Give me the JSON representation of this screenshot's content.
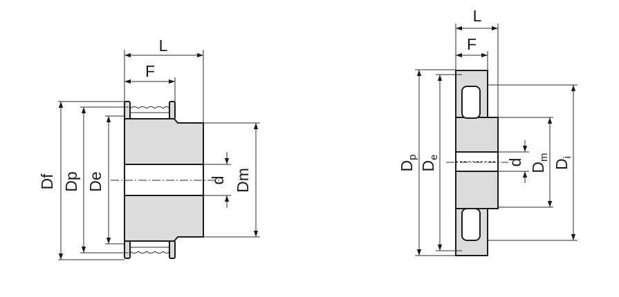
{
  "left_drawing": {
    "labels": {
      "L": "L",
      "F": "F",
      "Df": "Df",
      "Dp": "Dp",
      "De": "De",
      "d": "d",
      "Dm": "Dm"
    }
  },
  "right_drawing": {
    "labels": {
      "L": "L",
      "F": "F",
      "Dp_base": "D",
      "Dp_sub": "p",
      "De_base": "D",
      "De_sub": "e",
      "d": "d",
      "Dm_base": "D",
      "Dm_sub": "m",
      "Di_base": "D",
      "Di_sub": "i"
    }
  }
}
